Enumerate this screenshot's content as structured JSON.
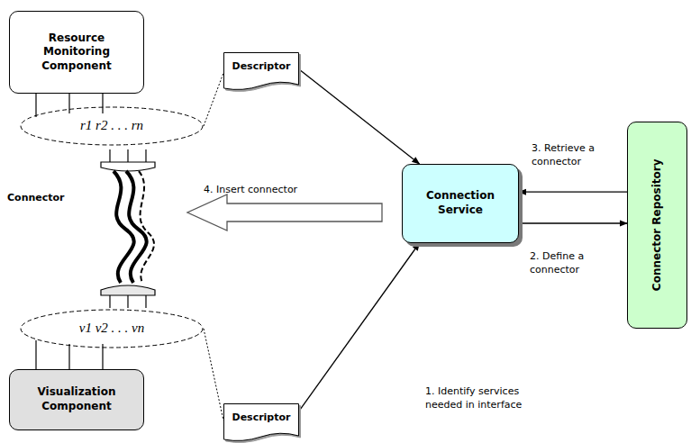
{
  "diagram": {
    "nodes": [
      {
        "text": [
          "Resource Monitoring Component"
        ]
      },
      {
        "text": [
          "Visualization Component"
        ]
      },
      {
        "text": [
          "Descriptor"
        ]
      },
      {
        "text": [
          "Descriptor"
        ]
      },
      {
        "text": [
          "Connection Service"
        ]
      },
      {
        "text": [
          "Connector Repository"
        ]
      },
      {
        "text": [
          "r1 r2 . . . rn"
        ]
      },
      {
        "text": [
          "v1 v2 . . . vn"
        ]
      }
    ],
    "edges": [
      {
        "from": 6,
        "to": 2,
        "arrow": "none"
      },
      {
        "from": 7,
        "to": 3,
        "arrow": "none"
      },
      {
        "from": 2,
        "to": 4,
        "arrow": "to"
      },
      {
        "from": 3,
        "to": 4,
        "arrow": "to"
      },
      {
        "from": 5,
        "to": 4,
        "label": "3. Retrieve a connector",
        "arrow": "to"
      },
      {
        "from": 4,
        "to": 5,
        "label": "2. Define a connector",
        "arrow": "to"
      }
    ],
    "labels": [
      "Connector",
      "4. Insert connector",
      "1. Identify services needed in interface"
    ]
  }
}
